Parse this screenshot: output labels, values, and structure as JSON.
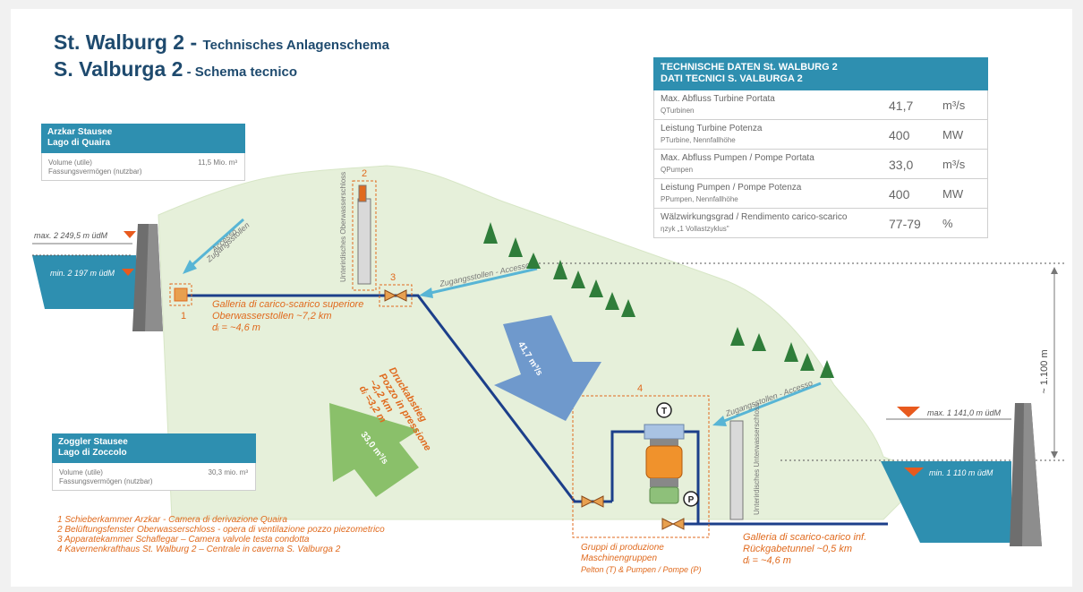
{
  "title": {
    "line1_main": "St. Walburg 2 - ",
    "line1_sub": "Technisches Anlagenschema",
    "line2_main": "S. Valburga 2",
    "line2_sub": " - Schema tecnico"
  },
  "tech_table": {
    "header_1": "TECHNISCHE DATEN St. WALBURG 2",
    "header_2": "DATI TECNICI S. VALBURGA 2",
    "rows": [
      {
        "label": "Max. Abfluss Turbine Portata",
        "sub": "QTurbinen",
        "value": "41,7",
        "unit": "m³/s"
      },
      {
        "label": "Leistung Turbine Potenza",
        "sub": "PTurbine, Nennfallhöhe",
        "value": "400",
        "unit": "MW"
      },
      {
        "label": "Max. Abfluss Pumpen / Pompe Portata",
        "sub": "QPumpen",
        "value": "33,0",
        "unit": "m³/s"
      },
      {
        "label": "Leistung Pumpen / Pompe Potenza",
        "sub": "PPumpen, Nennfallhöhe",
        "value": "400",
        "unit": "MW"
      },
      {
        "label": "Wälzwirkungsgrad / Rendimento carico-scarico",
        "sub": "ηzyk „1 Vollastzyklus\"",
        "value": "77-79",
        "unit": "%"
      }
    ]
  },
  "upper_reservoir": {
    "name_1": "Arzkar Stausee",
    "name_2": "Lago di Quaira",
    "row_1": "Volume (utile)",
    "row_2": "Fassungsvermögen (nutzbar)",
    "value": "11,5 Mio. m³",
    "max_level": "max. 2 249,5 m üdM",
    "min_level": "min. 2 197 m üdM"
  },
  "lower_reservoir": {
    "name_1": "Zoggler Stausee",
    "name_2": "Lago di Zoccolo",
    "row_1": "Volume (utile)",
    "row_2": "Fassungsvermögen (nutzbar)",
    "value": "30,3 mio. m³",
    "max_level": "max. 1 141,0 m üdM",
    "min_level": "min. 1 110 m üdM"
  },
  "labels": {
    "access_1": "Accesso",
    "access_2": "Zugangsstollen",
    "access_top": "Zugangsstollen - Accesso",
    "access_lower": "Zugangsstollen - Accesso",
    "surge_upper": "Unterirdisches Oberwasserschloss",
    "surge_lower": "Unterirdisches Unterwasserschloss",
    "num_1": "1",
    "num_2": "2",
    "num_3": "3",
    "num_4": "4",
    "gallery_upper_1": "Galleria di carico-scarico superiore",
    "gallery_upper_2": "Oberwasserstollen ~7,2 km",
    "gallery_upper_3": "dᵢ = ~4,6 m",
    "shaft_1": "Druckabstieg",
    "shaft_2": "Pozzo in pressione",
    "shaft_3": "~2,2 km",
    "shaft_4": "dᵢ =3,2 m",
    "turbine_flow": "41,7 m³/s",
    "pump_flow": "33,0 m³/s",
    "height": "~ 1.100 m",
    "turbine": "T",
    "pump": "P",
    "units_1": "Gruppi di produzione",
    "units_2": "Maschinengruppen",
    "units_3": "Pelton (T) & Pumpen / Pompe (P)",
    "gallery_lower_1": "Galleria di scarico-carico inf.",
    "gallery_lower_2": "Rückgabetunnel ~0,5 km",
    "gallery_lower_3": "dᵢ = ~4,6 m"
  },
  "legend": [
    "1 Schieberkammer Arzkar - Camera di derivazione Quaira",
    "2 Belüftungsfenster Oberwasserschloss - opera di ventilazione pozzo piezometrico",
    "3 Apparatekammer Schaflegar – Camera valvole testa condotta",
    "4 Kavernenkrafthaus St. Walburg 2 – Centrale in caverna S. Valburga 2"
  ],
  "colors": {
    "pipe": "#1c3f8a",
    "water": "#2e8fb0",
    "orange": "#e06a1e",
    "hill": "#e6f0da",
    "turbine_arrow": "#6f99cc",
    "pump_arrow": "#8ac06a"
  }
}
